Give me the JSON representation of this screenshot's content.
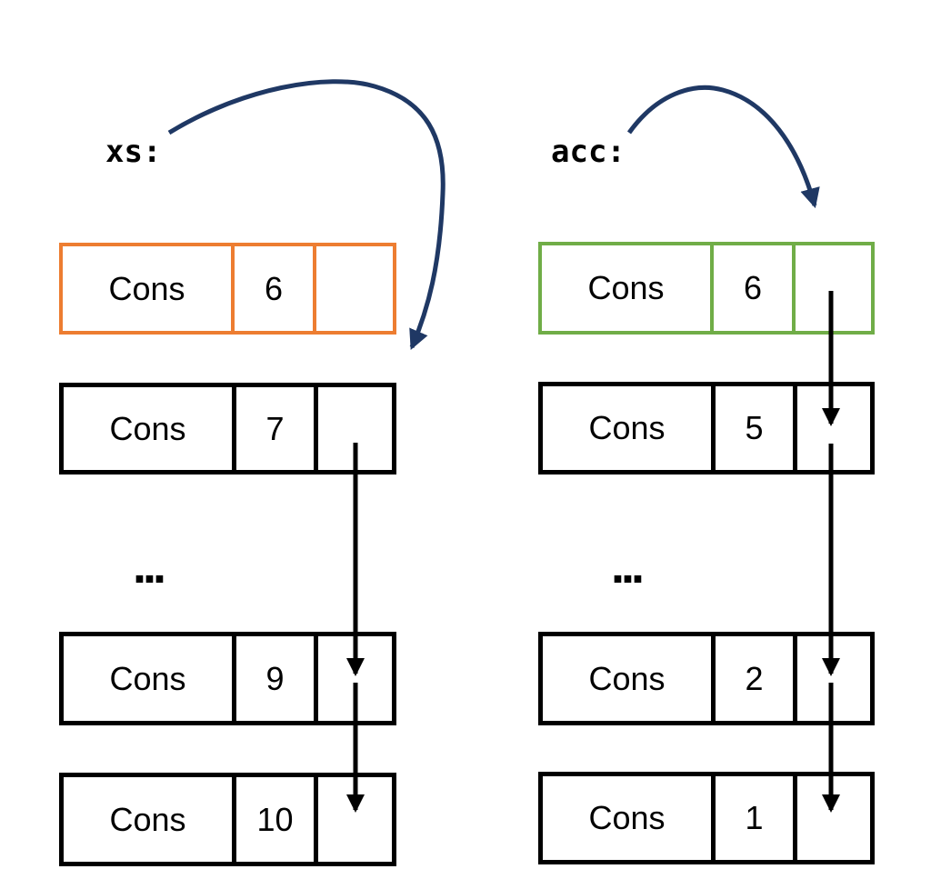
{
  "colors": {
    "navy": "#1f3864",
    "orange": "#ed7d31",
    "green": "#70ad47",
    "black": "#000000",
    "background": "#ffffff"
  },
  "diagram": {
    "xs_list": {
      "label": "xs:",
      "ellipsis": "...",
      "nodes": [
        {
          "tag": "Cons",
          "value": "6"
        },
        {
          "tag": "Cons",
          "value": "7"
        },
        {
          "tag": "Cons",
          "value": "9"
        },
        {
          "tag": "Cons",
          "value": "10"
        }
      ]
    },
    "acc_list": {
      "label": "acc:",
      "ellipsis": "...",
      "nodes": [
        {
          "tag": "Cons",
          "value": "6"
        },
        {
          "tag": "Cons",
          "value": "5"
        },
        {
          "tag": "Cons",
          "value": "2"
        },
        {
          "tag": "Cons",
          "value": "1"
        }
      ]
    }
  }
}
